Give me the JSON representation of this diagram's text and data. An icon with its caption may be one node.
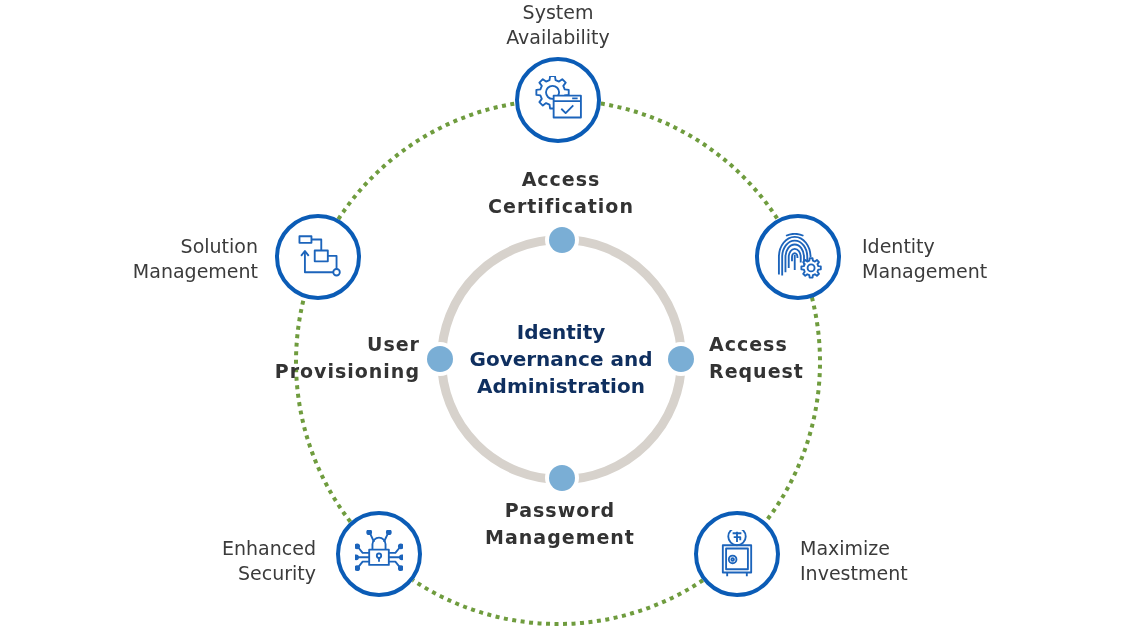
{
  "diagram": {
    "nodes": [
      {
        "text": [
          "Identity Governance and Administration"
        ]
      },
      {
        "text": [],
        "shape": "circle",
        "beside": [
          "Access Certification"
        ]
      },
      {
        "text": [],
        "shape": "circle",
        "beside": [
          "Access Request"
        ]
      },
      {
        "text": [],
        "shape": "circle",
        "beside": [
          "Password Management"
        ]
      },
      {
        "text": [],
        "shape": "circle",
        "beside": [
          "User Provisioning"
        ]
      },
      {
        "text": [],
        "shape": "circle",
        "beside": [
          "System Availability"
        ]
      },
      {
        "text": [],
        "shape": "circle",
        "beside": [
          "Identity Management"
        ]
      },
      {
        "text": [],
        "shape": "circle",
        "beside": [
          "Maximize Investment"
        ]
      },
      {
        "text": [],
        "shape": "circle",
        "beside": [
          "Enhanced Security"
        ]
      },
      {
        "text": [],
        "shape": "circle",
        "beside": [
          "Solution Management"
        ]
      }
    ],
    "edges": [
      {
        "from": 5,
        "to": 6,
        "arrow": "none",
        "style": "dashed"
      },
      {
        "from": 6,
        "to": 7,
        "arrow": "none",
        "style": "dashed"
      },
      {
        "from": 7,
        "to": 8,
        "arrow": "none",
        "style": "dashed"
      },
      {
        "from": 8,
        "to": 9,
        "arrow": "none",
        "style": "dashed"
      },
      {
        "from": 9,
        "to": 5,
        "arrow": "none",
        "style": "dashed"
      }
    ]
  }
}
